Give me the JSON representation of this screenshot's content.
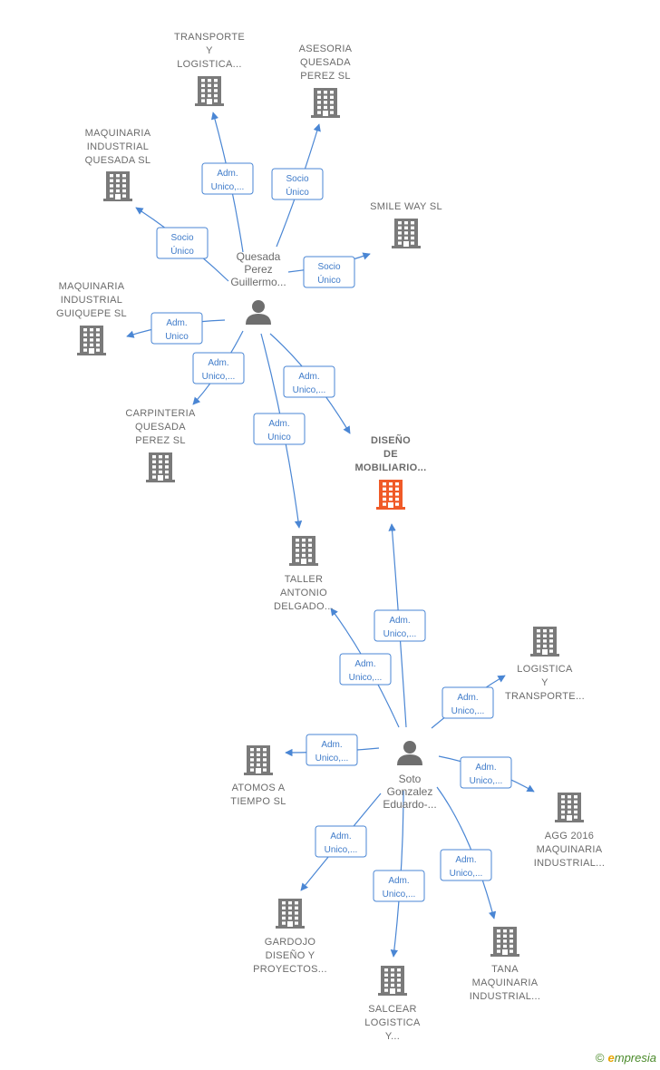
{
  "diagram": {
    "colors": {
      "company": "#7a7a7a",
      "focus_company": "#f05a28",
      "person": "#6e6e6e",
      "edge": "#4a86d4"
    },
    "persons": [
      {
        "id": "p1",
        "lines": [
          "Quesada",
          "Perez",
          "Guillermo..."
        ]
      },
      {
        "id": "p2",
        "lines": [
          "Soto",
          "Gonzalez",
          "Eduardo-..."
        ]
      }
    ],
    "companies": [
      {
        "id": "c_transporte",
        "lines": [
          "TRANSPORTE",
          "Y",
          "LOGISTICA..."
        ]
      },
      {
        "id": "c_asesoria",
        "lines": [
          "ASESORIA",
          "QUESADA",
          "PEREZ  SL"
        ]
      },
      {
        "id": "c_maq_quesada",
        "lines": [
          "MAQUINARIA",
          "INDUSTRIAL",
          "QUESADA  SL"
        ]
      },
      {
        "id": "c_smile",
        "lines": [
          "SMILE WAY  SL"
        ]
      },
      {
        "id": "c_maq_guiquepe",
        "lines": [
          "MAQUINARIA",
          "INDUSTRIAL",
          "GUIQUEPE  SL"
        ]
      },
      {
        "id": "c_carpinteria",
        "lines": [
          "CARPINTERIA",
          "QUESADA",
          "PEREZ  SL"
        ]
      },
      {
        "id": "c_diseno",
        "lines": [
          "DISEÑO",
          "DE",
          "MOBILIARIO..."
        ],
        "focus": true
      },
      {
        "id": "c_taller",
        "lines": [
          "TALLER",
          "ANTONIO",
          "DELGADO..."
        ]
      },
      {
        "id": "c_logistica",
        "lines": [
          "LOGISTICA",
          "Y",
          "TRANSPORTE..."
        ]
      },
      {
        "id": "c_atomos",
        "lines": [
          "ATOMOS A",
          "TIEMPO SL"
        ]
      },
      {
        "id": "c_agg",
        "lines": [
          "AGG 2016",
          "MAQUINARIA",
          "INDUSTRIAL..."
        ]
      },
      {
        "id": "c_gardojo",
        "lines": [
          "GARDOJO",
          "DISEÑO Y",
          "PROYECTOS..."
        ]
      },
      {
        "id": "c_salcear",
        "lines": [
          "SALCEAR",
          "LOGISTICA",
          "Y..."
        ]
      },
      {
        "id": "c_tana",
        "lines": [
          "TANA",
          "MAQUINARIA",
          "INDUSTRIAL..."
        ]
      }
    ],
    "edges": [
      {
        "from": "p1",
        "to": "c_transporte",
        "label": [
          "Adm.",
          "Unico,..."
        ]
      },
      {
        "from": "p1",
        "to": "c_asesoria",
        "label": [
          "Socio",
          "Único"
        ]
      },
      {
        "from": "p1",
        "to": "c_maq_quesada",
        "label": [
          "Socio",
          "Único"
        ]
      },
      {
        "from": "p1",
        "to": "c_smile",
        "label": [
          "Socio",
          "Único"
        ]
      },
      {
        "from": "p1",
        "to": "c_maq_guiquepe",
        "label": [
          "Adm.",
          "Unico"
        ]
      },
      {
        "from": "p1",
        "to": "c_carpinteria",
        "label": [
          "Adm.",
          "Unico,..."
        ]
      },
      {
        "from": "p1",
        "to": "c_diseno",
        "label": [
          "Adm.",
          "Unico,..."
        ]
      },
      {
        "from": "p1",
        "to": "c_taller",
        "label": [
          "Adm.",
          "Unico"
        ]
      },
      {
        "from": "p2",
        "to": "c_diseno",
        "label": [
          "Adm.",
          "Unico,..."
        ]
      },
      {
        "from": "p2",
        "to": "c_taller",
        "label": [
          "Adm.",
          "Unico,..."
        ]
      },
      {
        "from": "p2",
        "to": "c_logistica",
        "label": [
          "Adm.",
          "Unico,..."
        ]
      },
      {
        "from": "p2",
        "to": "c_atomos",
        "label": [
          "Adm.",
          "Unico,..."
        ]
      },
      {
        "from": "p2",
        "to": "c_agg",
        "label": [
          "Adm.",
          "Unico,..."
        ]
      },
      {
        "from": "p2",
        "to": "c_gardojo",
        "label": [
          "Adm.",
          "Unico,..."
        ]
      },
      {
        "from": "p2",
        "to": "c_salcear",
        "label": [
          "Adm.",
          "Unico,..."
        ]
      },
      {
        "from": "p2",
        "to": "c_tana",
        "label": [
          "Adm.",
          "Unico,..."
        ]
      }
    ]
  },
  "footer": {
    "copyright_symbol": "©",
    "brand_initial": "e",
    "brand_rest": "mpresia"
  }
}
